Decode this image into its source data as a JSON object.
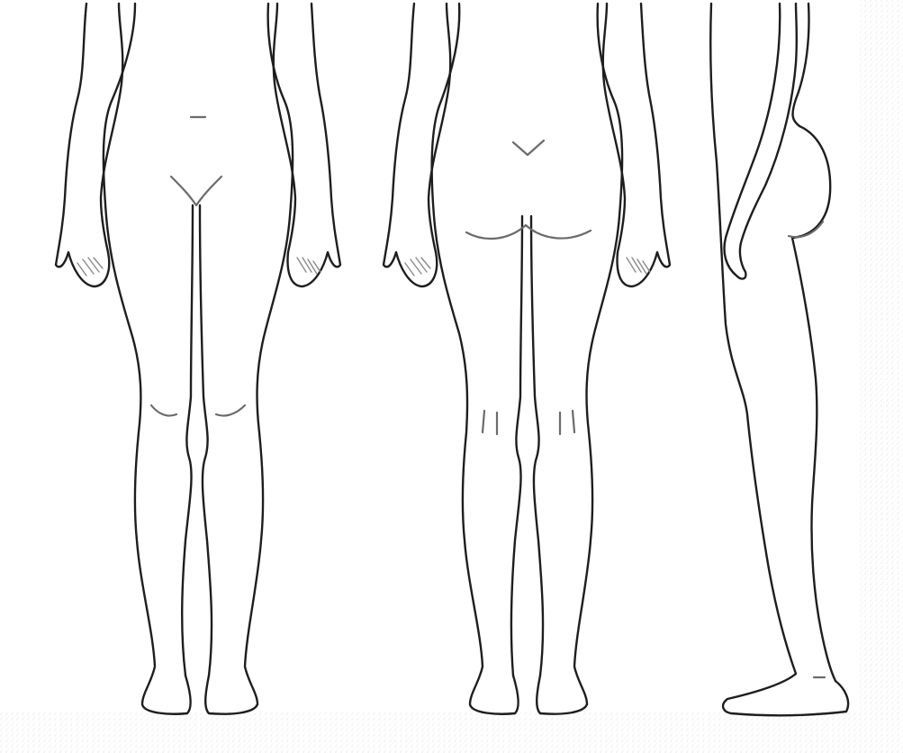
{
  "figure": {
    "views": [
      {
        "id": "front",
        "icon": "body-front-view-icon"
      },
      {
        "id": "back",
        "icon": "body-back-view-icon"
      },
      {
        "id": "side",
        "icon": "body-side-view-icon"
      }
    ],
    "colors": {
      "background": "#ffffff",
      "line": "#1e1e1e",
      "detail": "#6b6b6b"
    }
  }
}
